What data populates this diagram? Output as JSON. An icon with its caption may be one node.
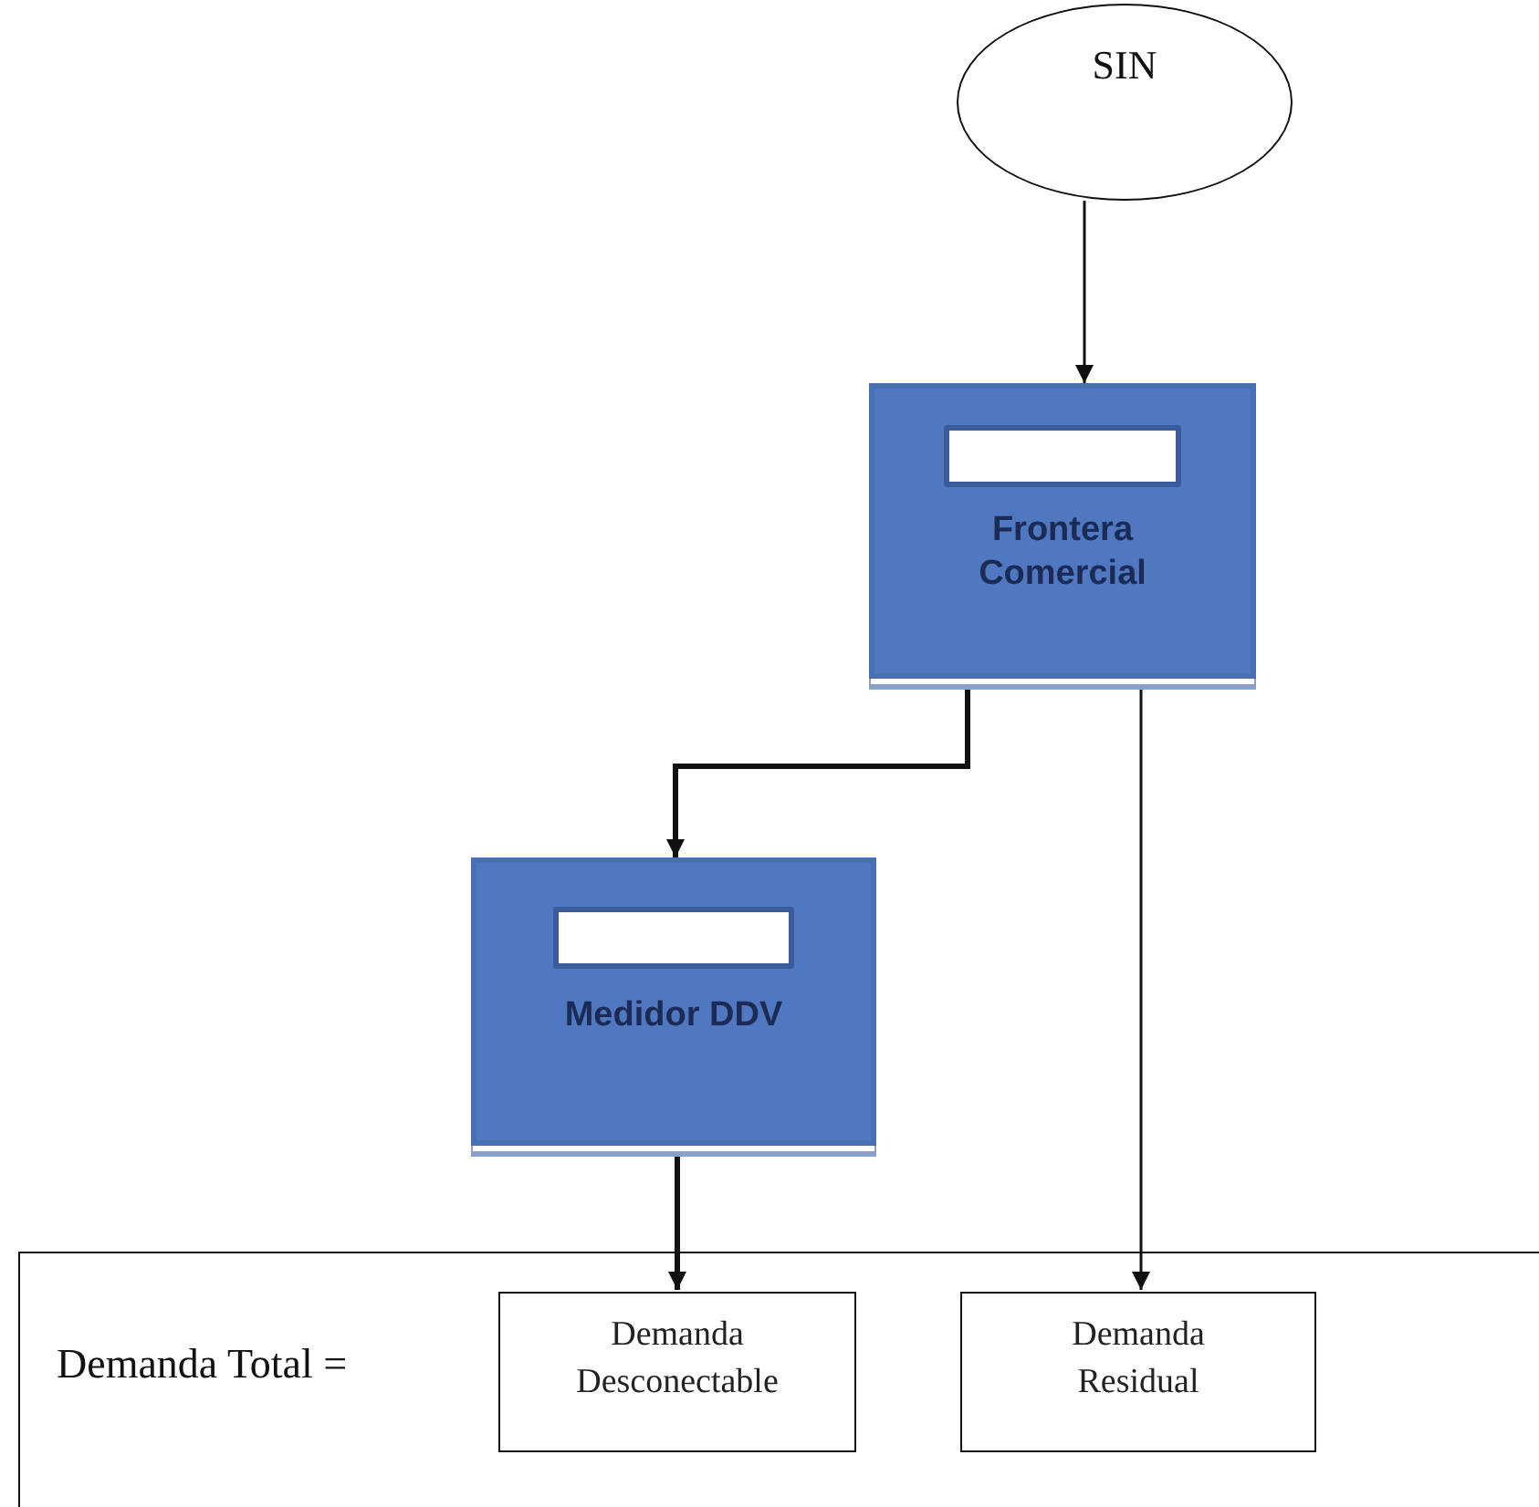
{
  "diagram": {
    "nodes": [
      {
        "text": [
          "SIN"
        ]
      },
      {
        "text": [
          "Frontera Comercial"
        ]
      },
      {
        "text": [],
        "shape": "box",
        "in": 1
      },
      {
        "text": [
          "Medidor DDV"
        ]
      },
      {
        "text": [],
        "shape": "box",
        "in": 3
      },
      {
        "text": [
          "Demanda Total ="
        ]
      },
      {
        "text": [
          "Demanda Desconectable"
        ],
        "in": 5
      },
      {
        "text": [
          "Demanda Residual"
        ],
        "in": 5
      }
    ],
    "edges": [
      {
        "from": 0,
        "to": 1,
        "arrow": "to"
      },
      {
        "from": 1,
        "to": 3,
        "arrow": "to",
        "style": "thick"
      },
      {
        "from": 1,
        "to": 7,
        "arrow": "to"
      },
      {
        "from": 3,
        "to": 6,
        "arrow": "to",
        "style": "thick"
      }
    ]
  }
}
